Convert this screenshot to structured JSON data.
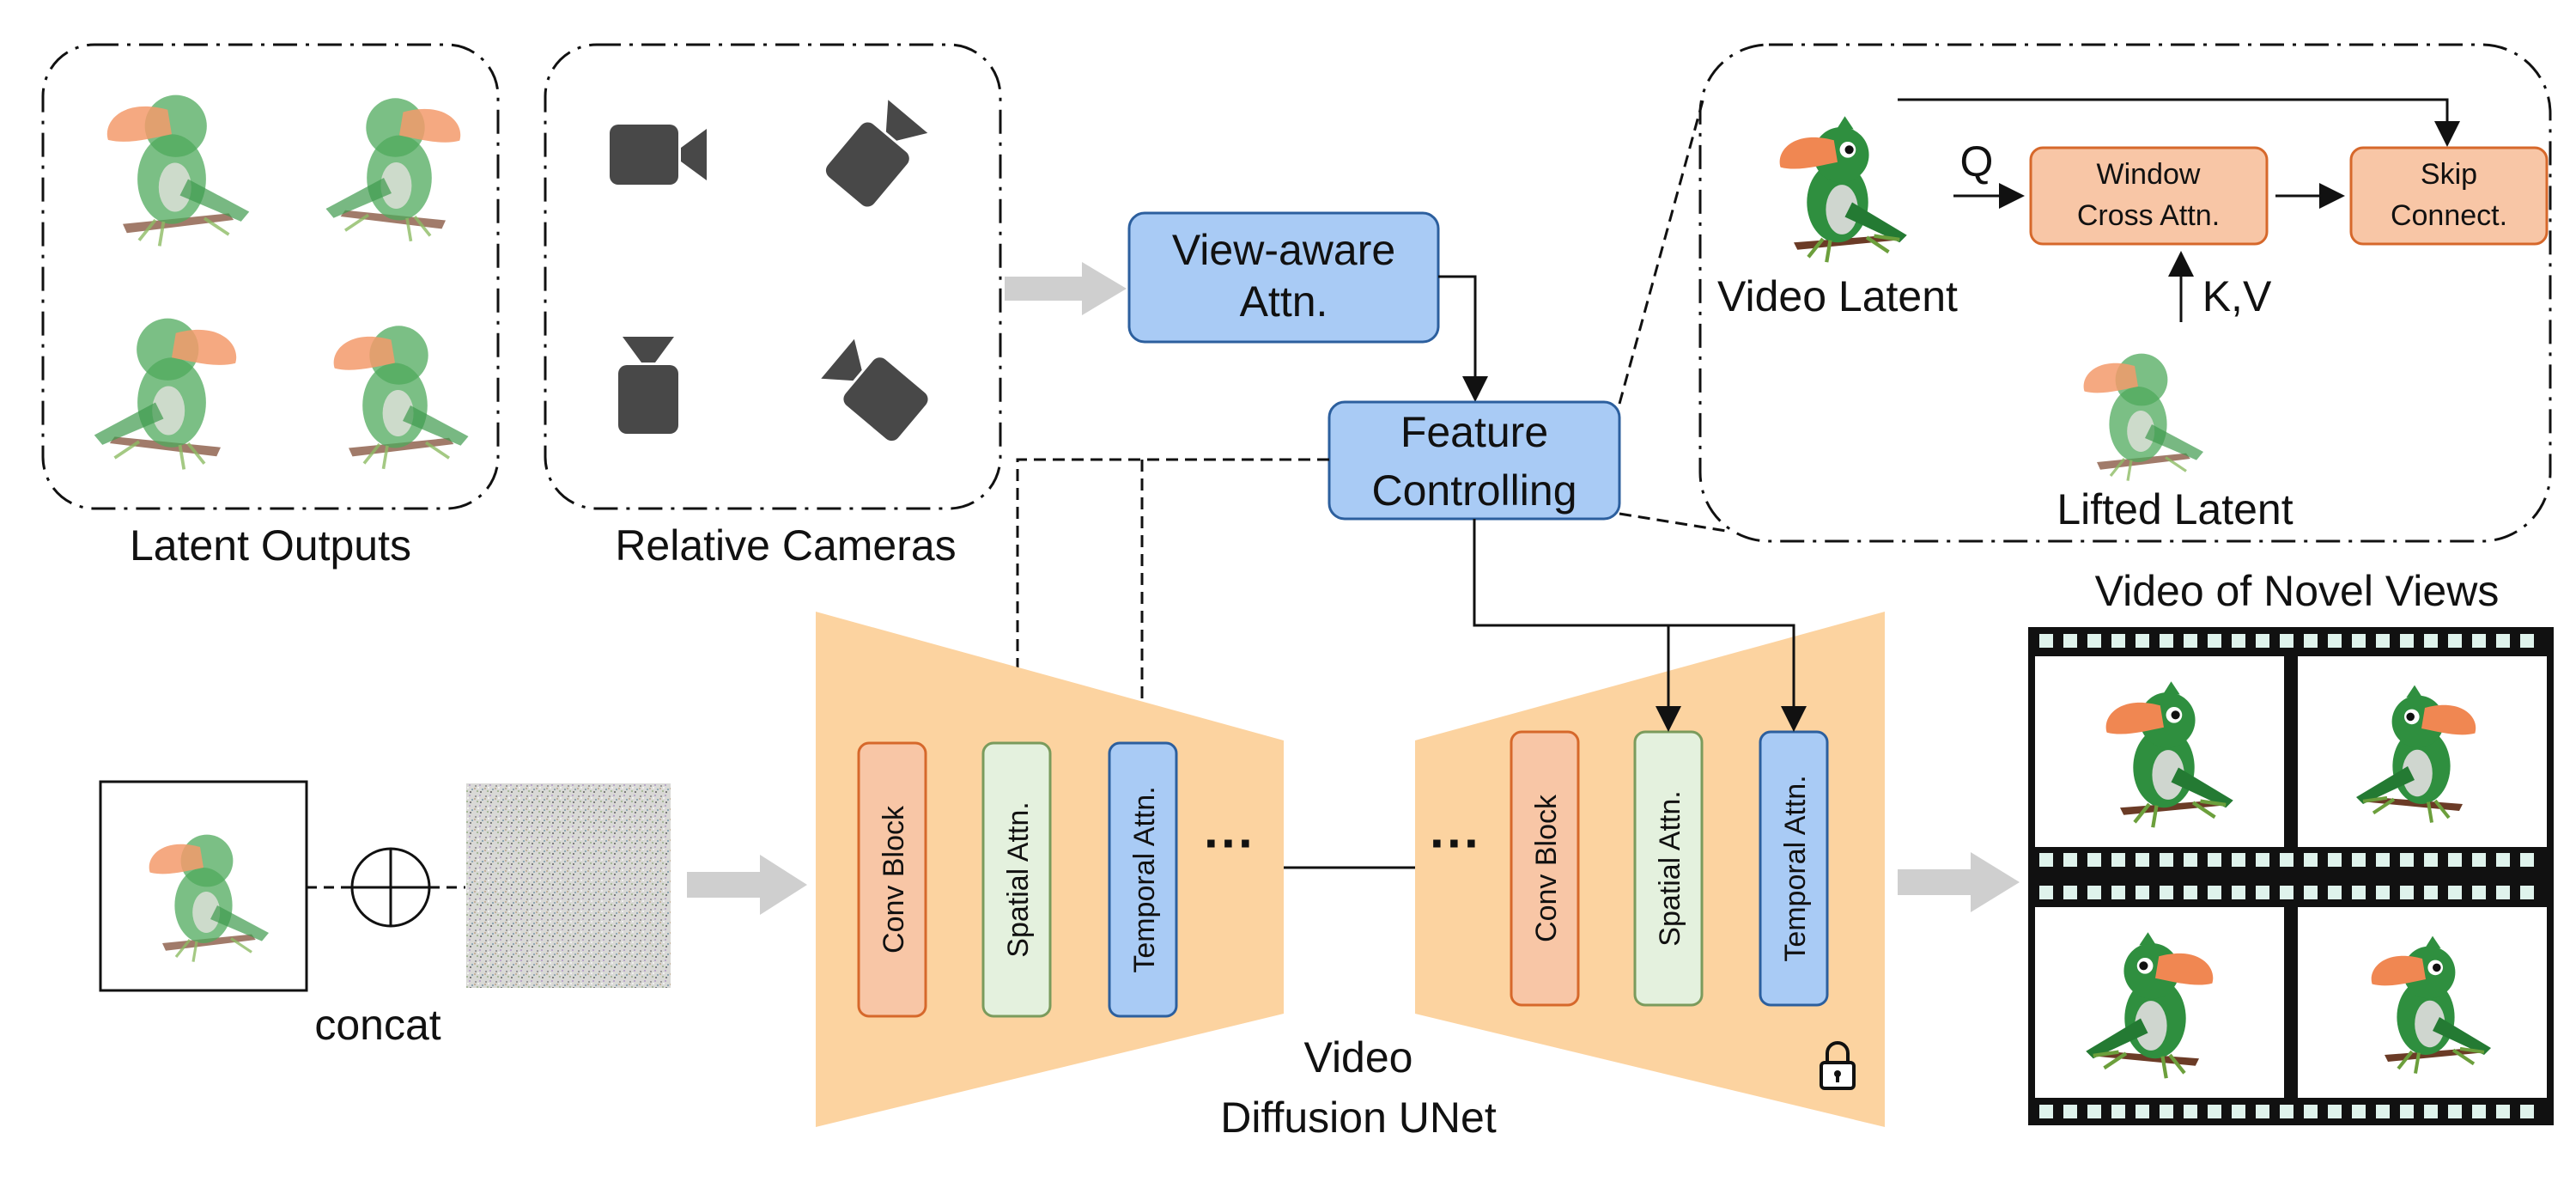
{
  "colors": {
    "blue_fill": "#a9cbf5",
    "blue_stroke": "#2c5f9e",
    "orange_fill": "#f8c6a6",
    "orange_stroke": "#d6682b",
    "green_fill": "#e4f1de",
    "green_stroke": "#7a9b5c",
    "trapezoid_fill": "#fcd3a0",
    "arrow_gray": "#cfcfcf",
    "film_mint": "#dff3ec"
  },
  "labels": {
    "latent_outputs": "Latent Outputs",
    "relative_cameras": "Relative Cameras",
    "view_aware_line1": "View-aware",
    "view_aware_line2": "Attn.",
    "feature_line1": "Feature",
    "feature_line2": "Controlling",
    "video_latent": "Video Latent",
    "lifted_latent": "Lifted Latent",
    "q": "Q",
    "kv": "K,V",
    "window_line1": "Window",
    "window_line2": "Cross Attn.",
    "skip_line1": "Skip",
    "skip_line2": "Connect.",
    "concat": "concat",
    "conv_block": "Conv Block",
    "spatial_attn": "Spatial Attn.",
    "temporal_attn": "Temporal Attn.",
    "dots": "···",
    "unet_line1": "Video",
    "unet_line2": "Diffusion UNet",
    "novel_views": "Video of Novel Views"
  },
  "icons": [
    "camera-icon",
    "lock-icon",
    "circle-plus-icon",
    "bird-illustration",
    "noise-image",
    "film-strip"
  ]
}
